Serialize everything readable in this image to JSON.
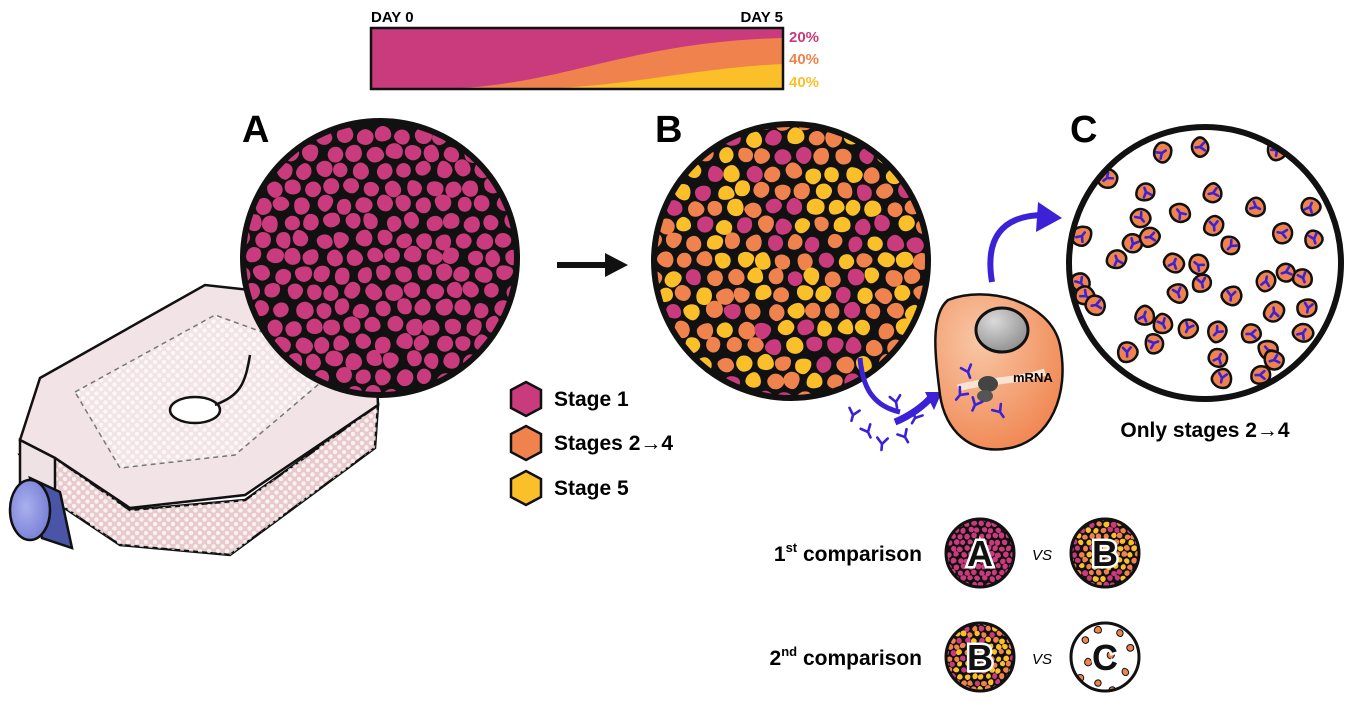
{
  "colors": {
    "stage1": "#c93b7d",
    "stage24": "#f0834d",
    "stage5": "#fbbf2a",
    "antibody": "#3b22d6",
    "outline": "#111111",
    "flask_pink": "#e8c9cc",
    "cap": "#4a55a8"
  },
  "timeline": {
    "day_start": "DAY 0",
    "day_end": "DAY 5",
    "percent_stage1": "20%",
    "percent_stage24": "40%",
    "percent_stage5": "40%"
  },
  "panels": {
    "a": "A",
    "b": "B",
    "c": "C",
    "c_caption": "Only stages 2→4"
  },
  "legend": {
    "stage1": "Stage 1",
    "stage24": "Stages 2→4",
    "stage5": "Stage 5"
  },
  "cell_diagram": {
    "mrna_label": "mRNA"
  },
  "comparisons": {
    "first": {
      "ordinal": "1",
      "suffix": "st",
      "word": "comparison",
      "left": "A",
      "vs": "VS",
      "right": "B"
    },
    "second": {
      "ordinal": "2",
      "suffix": "nd",
      "word": "comparison",
      "left": "B",
      "vs": "VS",
      "right": "C"
    }
  },
  "icons": [
    "culture-flask-icon",
    "right-arrow-icon",
    "curved-arrow-icon",
    "antibody-icon",
    "cell-icon"
  ]
}
